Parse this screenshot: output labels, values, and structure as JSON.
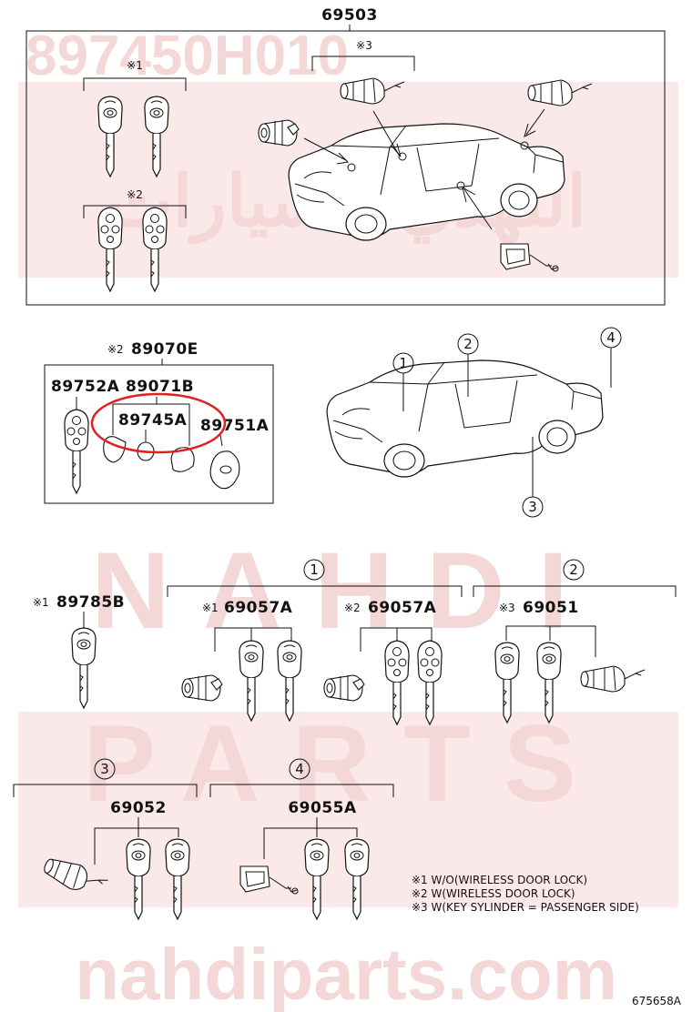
{
  "watermark": {
    "top_code": "897450H010",
    "word1": "NAHDI",
    "word2": "PARTS",
    "site": "nahdiparts.com",
    "arabic": "النهدي للسيارات"
  },
  "top_assembly": {
    "part_no": "69503",
    "note1": "※1",
    "note2": "※2",
    "note3": "※3"
  },
  "transmitter": {
    "part_no": "89070E",
    "prefix": "※2",
    "labels": [
      "89752A",
      "89071B",
      "89745A",
      "89751A"
    ],
    "highlight_color": "#e02020"
  },
  "car_callouts": [
    "1",
    "2",
    "3",
    "4"
  ],
  "single_key": {
    "prefix": "※1",
    "part_no": "89785B"
  },
  "groups": [
    {
      "index": "1",
      "sets": [
        {
          "prefix": "※1",
          "part_no": "69057A"
        },
        {
          "prefix": "※2",
          "part_no": "69057A"
        }
      ]
    },
    {
      "index": "2",
      "sets": [
        {
          "prefix": "※3",
          "part_no": "69051"
        }
      ]
    },
    {
      "index": "3",
      "sets": [
        {
          "prefix": "",
          "part_no": "69052"
        }
      ]
    },
    {
      "index": "4",
      "sets": [
        {
          "prefix": "",
          "part_no": "69055A"
        }
      ]
    }
  ],
  "notes": [
    "※1 W/O(WIRELESS DOOR LOCK)",
    "※2 W(WIRELESS DOOR LOCK)",
    "※3 W(KEY SYLINDER = PASSENGER SIDE)"
  ],
  "figure_code": "675658A"
}
